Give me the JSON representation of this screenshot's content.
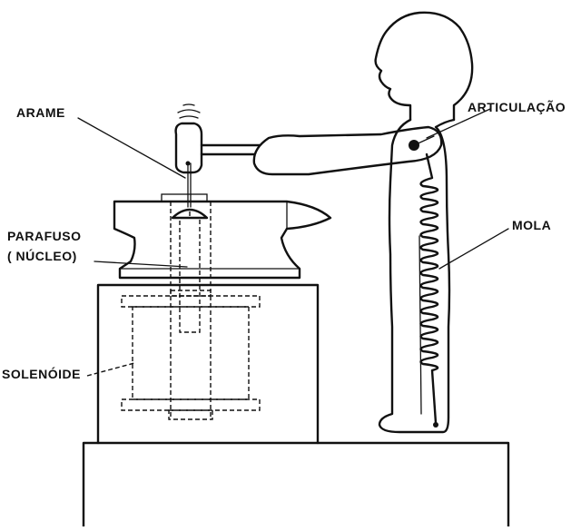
{
  "labels": {
    "arame": "ARAME",
    "articulacao": "ARTICULAÇÃO",
    "parafuso": "PARAFUSO",
    "nucleo": "( NÚCLEO)",
    "mola": "MOLA",
    "solenoide": "SOLENÓIDE"
  },
  "colors": {
    "ink": "#111111",
    "background": "#ffffff"
  }
}
